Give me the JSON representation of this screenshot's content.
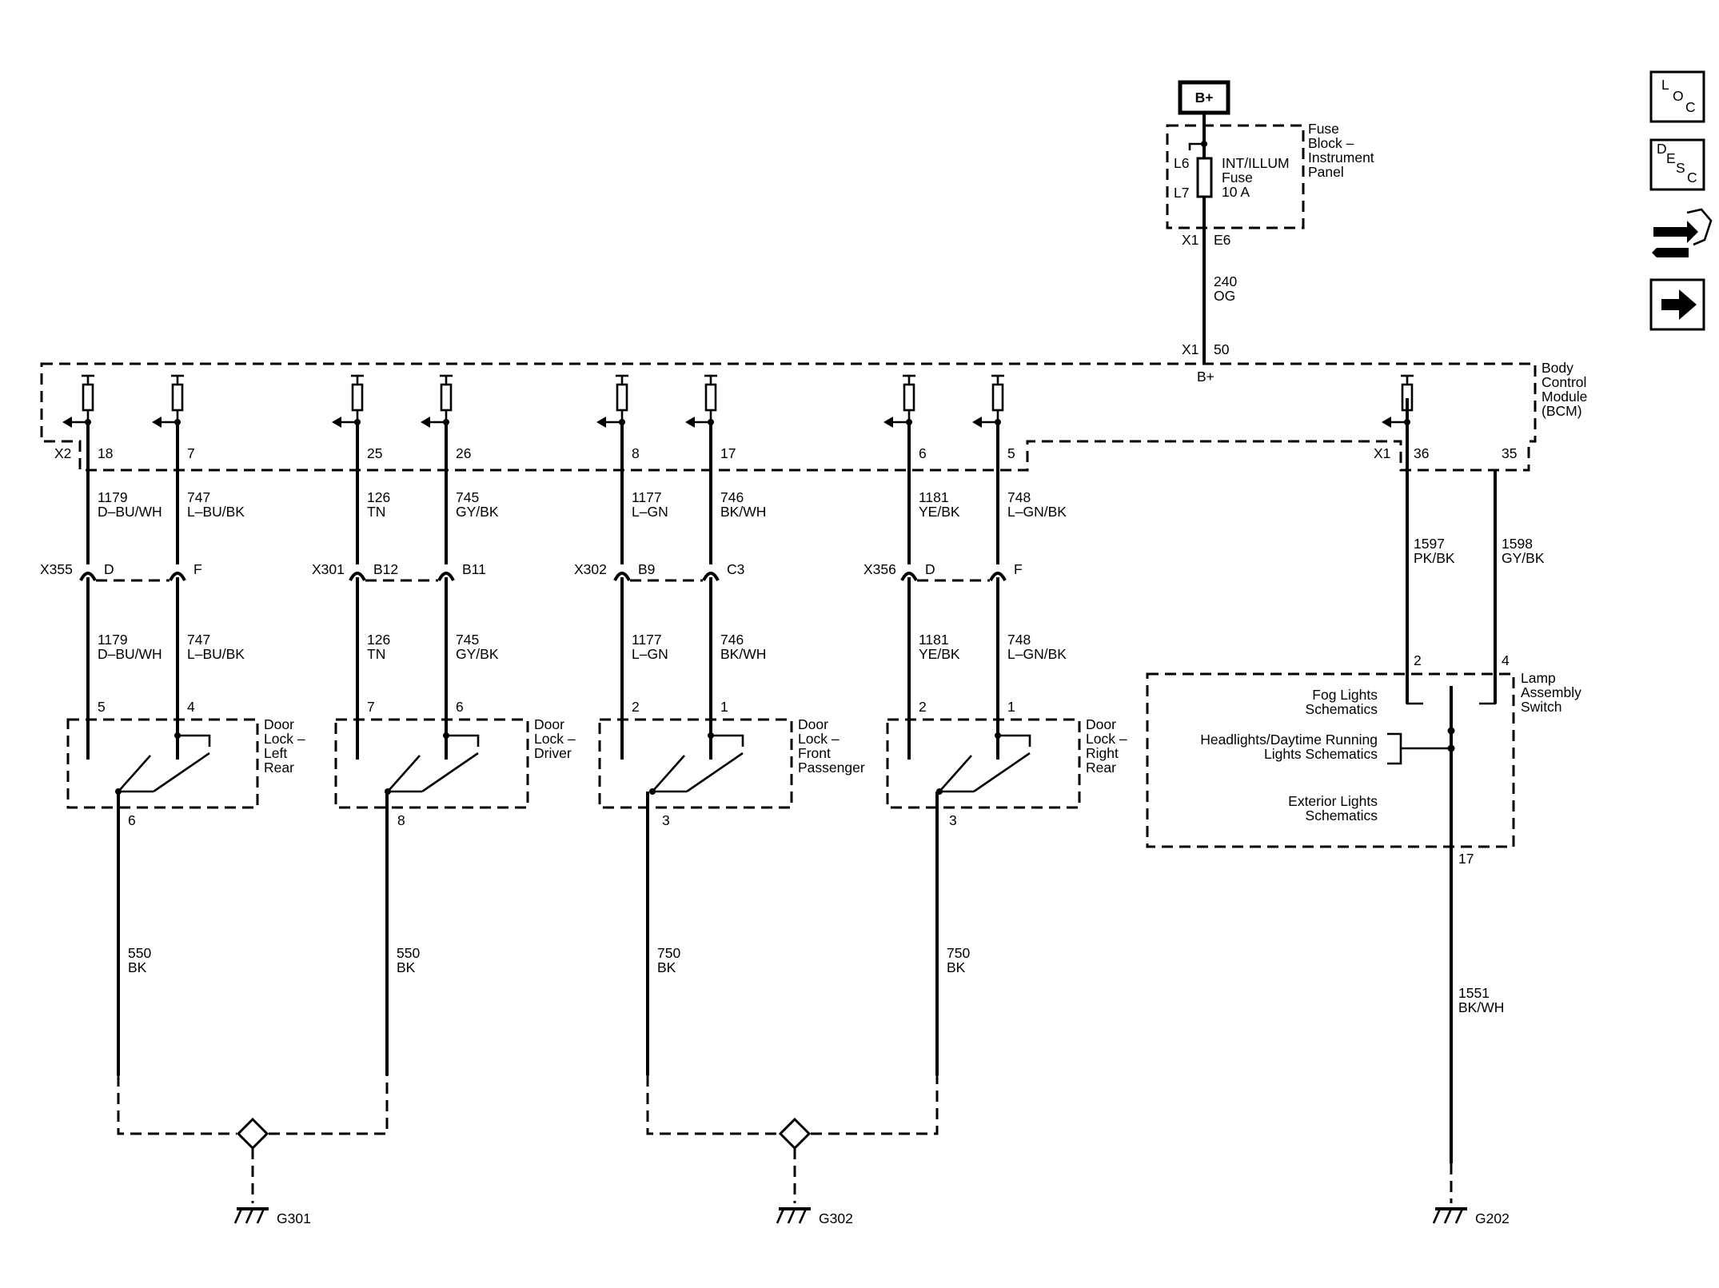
{
  "power": {
    "source_label": "B+"
  },
  "fuse_block": {
    "label": [
      "Fuse",
      "Block –",
      "Instrument",
      "Panel"
    ],
    "fuse_label": [
      "INT/ILLUM",
      "Fuse",
      "10 A"
    ],
    "pin_top": "L6",
    "pin_bottom": "L7",
    "out_connector": "X1",
    "out_pin": "E6"
  },
  "feed_wire": {
    "circuit": "240",
    "color": "OG"
  },
  "bcm": {
    "label": [
      "Body",
      "Control",
      "Module",
      "(BCM)"
    ],
    "in_connector": "X1",
    "in_pin": "50",
    "bplus_label": "B+",
    "connector_left": "X2",
    "connector_right": "X1"
  },
  "door_wires": [
    {
      "pin": "18",
      "circuit": "1179",
      "color": "D–BU/WH",
      "inline_pin": "D",
      "switch_pin": "5"
    },
    {
      "pin": "7",
      "circuit": "747",
      "color": "L–BU/BK",
      "inline_pin": "F",
      "switch_pin": "4"
    },
    {
      "pin": "25",
      "circuit": "126",
      "color": "TN",
      "inline_pin": "B12",
      "switch_pin": "7"
    },
    {
      "pin": "26",
      "circuit": "745",
      "color": "GY/BK",
      "inline_pin": "B11",
      "switch_pin": "6"
    },
    {
      "pin": "8",
      "circuit": "1177",
      "color": "L–GN",
      "inline_pin": "B9",
      "switch_pin": "2"
    },
    {
      "pin": "17",
      "circuit": "746",
      "color": "BK/WH",
      "inline_pin": "C3",
      "switch_pin": "1"
    },
    {
      "pin": "6",
      "circuit": "1181",
      "color": "YE/BK",
      "inline_pin": "D",
      "switch_pin": "2"
    },
    {
      "pin": "5",
      "circuit": "748",
      "color": "L–GN/BK",
      "inline_pin": "F",
      "switch_pin": "1"
    }
  ],
  "inline_connectors": [
    "X355",
    "X301",
    "X302",
    "X356"
  ],
  "door_switches": [
    {
      "label": [
        "Door",
        "Lock –",
        "Left",
        "Rear"
      ],
      "ground_pin": "6"
    },
    {
      "label": [
        "Door",
        "Lock –",
        "Driver"
      ],
      "ground_pin": "8"
    },
    {
      "label": [
        "Door",
        "Lock –",
        "Front",
        "Passenger"
      ],
      "ground_pin": "3"
    },
    {
      "label": [
        "Door",
        "Lock –",
        "Right",
        "Rear"
      ],
      "ground_pin": "3"
    }
  ],
  "ground_wires": [
    {
      "circuit": "550",
      "color": "BK"
    },
    {
      "circuit": "550",
      "color": "BK"
    },
    {
      "circuit": "750",
      "color": "BK"
    },
    {
      "circuit": "750",
      "color": "BK"
    }
  ],
  "grounds": [
    "G301",
    "G302",
    "G202"
  ],
  "lamp_wires": [
    {
      "bcm_pin": "36",
      "circuit": "1597",
      "color": "PK/BK",
      "switch_pin": "2"
    },
    {
      "bcm_pin": "35",
      "circuit": "1598",
      "color": "GY/BK",
      "switch_pin": "4"
    }
  ],
  "lamp_switch": {
    "label": [
      "Lamp",
      "Assembly",
      "Switch"
    ],
    "fog_ref": [
      "Fog Lights",
      "Schematics"
    ],
    "headlight_ref": [
      "Headlights/Daytime Running",
      "Lights Schematics"
    ],
    "exterior_ref": [
      "Exterior Lights",
      "Schematics"
    ],
    "ground_pin": "17"
  },
  "lamp_ground_wire": {
    "circuit": "1551",
    "color": "BK/WH"
  },
  "nav": {
    "loc": [
      "L",
      "O",
      "C"
    ],
    "desc": [
      "D",
      "E",
      "S",
      "C"
    ],
    "icons": [
      "connector-swap-icon",
      "arrow-right-icon"
    ]
  }
}
